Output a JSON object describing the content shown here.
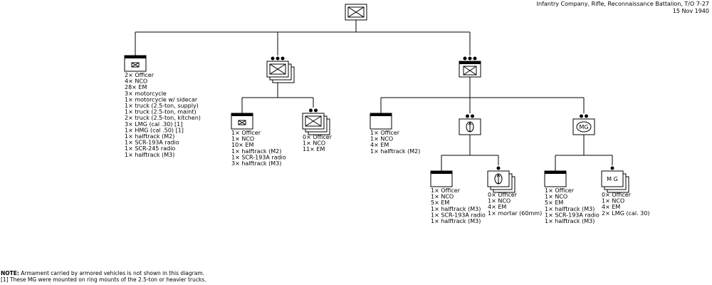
{
  "header": {
    "title": "Infantry Company, Rifle, Reconnaissance Battalion, T/O 7-27",
    "date": "15 Nov 1940"
  },
  "notes": {
    "label": "NOTE:",
    "text": "Armament carried by armored vehicles is not shown in this diagram.",
    "footnote": "[1] These MG were mounted on ring mounts of the 2.5-ton or heavier trucks."
  },
  "units": [
    {
      "id": "company",
      "symbol": "infantry",
      "size_dots": 0,
      "stacked": false,
      "header_bar": false,
      "roster": []
    },
    {
      "id": "company-hq",
      "symbol": "hq-infantry",
      "size_dots": 0,
      "stacked": false,
      "header_bar": true,
      "roster": [
        "2× Officer",
        "4× NCO",
        "28× EM",
        "3× motorcycle",
        "1× motorcycle w/ sidecar",
        "1× truck (2.5-ton, supply)",
        "1× truck (2.5-ton, maint)",
        "2× truck (2.5-ton, kitchen)",
        "3× LMG (cal .30) [1]",
        "1× HMG (cal .50) [1]",
        "1× halftrack (M2)",
        "1× SCR-193A radio",
        "1× SCR-245 radio",
        "1× halftrack (M3)"
      ]
    },
    {
      "id": "rifle-platoon",
      "symbol": "infantry",
      "size_dots": 3,
      "stacked": true,
      "header_bar": false,
      "roster": []
    },
    {
      "id": "rifle-platoon-hq",
      "symbol": "hq-infantry",
      "size_dots": 0,
      "stacked": false,
      "header_bar": true,
      "roster": [
        "1× Officer",
        "1× NCO",
        "10× EM",
        "1× halftrack (M2)",
        "1× SCR-193A radio",
        "3× halftrack (M3)"
      ]
    },
    {
      "id": "rifle-squad",
      "symbol": "infantry",
      "size_dots": 2,
      "stacked": true,
      "header_bar": false,
      "roster": [
        "0× Officer",
        "1× NCO",
        "11× EM"
      ]
    },
    {
      "id": "weapons-platoon",
      "symbol": "infantry",
      "size_dots": 3,
      "stacked": false,
      "header_bar": true,
      "roster": []
    },
    {
      "id": "weapons-platoon-hq",
      "symbol": "hq-plain",
      "size_dots": 0,
      "stacked": false,
      "header_bar": true,
      "roster": [
        "1× Officer",
        "1× NCO",
        "4× EM",
        "1× halftrack (M2)"
      ]
    },
    {
      "id": "mortar-section",
      "symbol": "mortar",
      "size_dots": 2,
      "stacked": false,
      "header_bar": false,
      "roster": []
    },
    {
      "id": "mortar-section-hq",
      "symbol": "hq-plain",
      "size_dots": 0,
      "stacked": false,
      "header_bar": true,
      "roster": [
        "1× Officer",
        "1× NCO",
        "5× EM",
        "1× halftrack (M3)",
        "1× SCR-193A radio",
        "1× halftrack (M3)"
      ]
    },
    {
      "id": "mortar-squad",
      "symbol": "mortar",
      "size_dots": 1,
      "stacked": true,
      "header_bar": false,
      "roster": [
        "0× Officer",
        "1× NCO",
        "4× EM",
        "1× mortar (60mm)"
      ]
    },
    {
      "id": "mg-section",
      "symbol": "mg",
      "symbol_label": "MG",
      "size_dots": 2,
      "stacked": false,
      "header_bar": false,
      "roster": []
    },
    {
      "id": "mg-section-hq",
      "symbol": "hq-plain",
      "size_dots": 0,
      "stacked": false,
      "header_bar": true,
      "roster": [
        "1× Officer",
        "1× NCO",
        "5× EM",
        "1× halftrack (M3)",
        "1× SCR-193A radio",
        "1× halftrack (M3)"
      ]
    },
    {
      "id": "mg-squad",
      "symbol": "mg",
      "symbol_label": "M G",
      "size_dots": 1,
      "stacked": true,
      "header_bar": false,
      "roster": [
        "0× Officer",
        "1× NCO",
        "4× EM",
        "2× LMG (cal. 30)"
      ]
    }
  ],
  "links": [
    {
      "from": "company",
      "to": "company-hq"
    },
    {
      "from": "company",
      "to": "rifle-platoon"
    },
    {
      "from": "company",
      "to": "weapons-platoon"
    },
    {
      "from": "rifle-platoon",
      "to": "rifle-platoon-hq"
    },
    {
      "from": "rifle-platoon",
      "to": "rifle-squad"
    },
    {
      "from": "weapons-platoon",
      "to": "weapons-platoon-hq"
    },
    {
      "from": "weapons-platoon",
      "to": "mortar-section"
    },
    {
      "from": "weapons-platoon",
      "to": "mg-section"
    },
    {
      "from": "mortar-section",
      "to": "mortar-section-hq"
    },
    {
      "from": "mortar-section",
      "to": "mortar-squad"
    },
    {
      "from": "mg-section",
      "to": "mg-section-hq"
    },
    {
      "from": "mg-section",
      "to": "mg-squad"
    }
  ]
}
